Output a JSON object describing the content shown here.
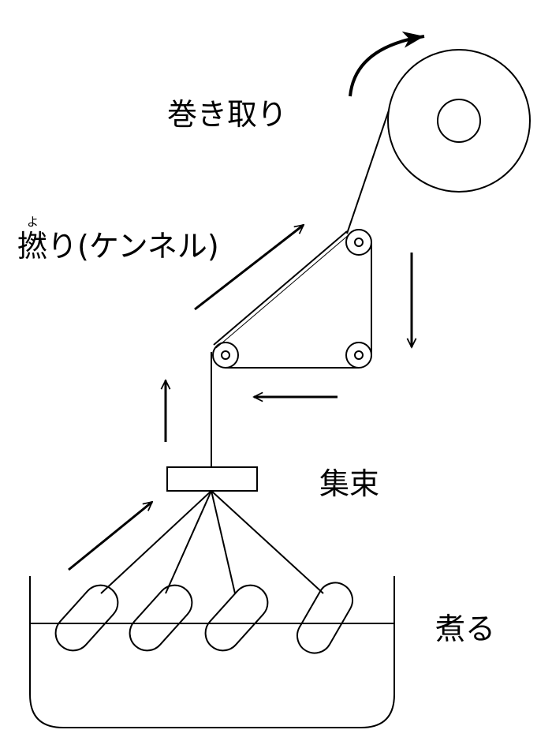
{
  "labels": {
    "winding": "巻き取り",
    "twisting": "撚り(ケンネル)",
    "twisting_ruby": "よ",
    "bundling": "集束",
    "boiling": "煮る"
  },
  "colors": {
    "stroke": "#000000",
    "background": "#ffffff"
  }
}
